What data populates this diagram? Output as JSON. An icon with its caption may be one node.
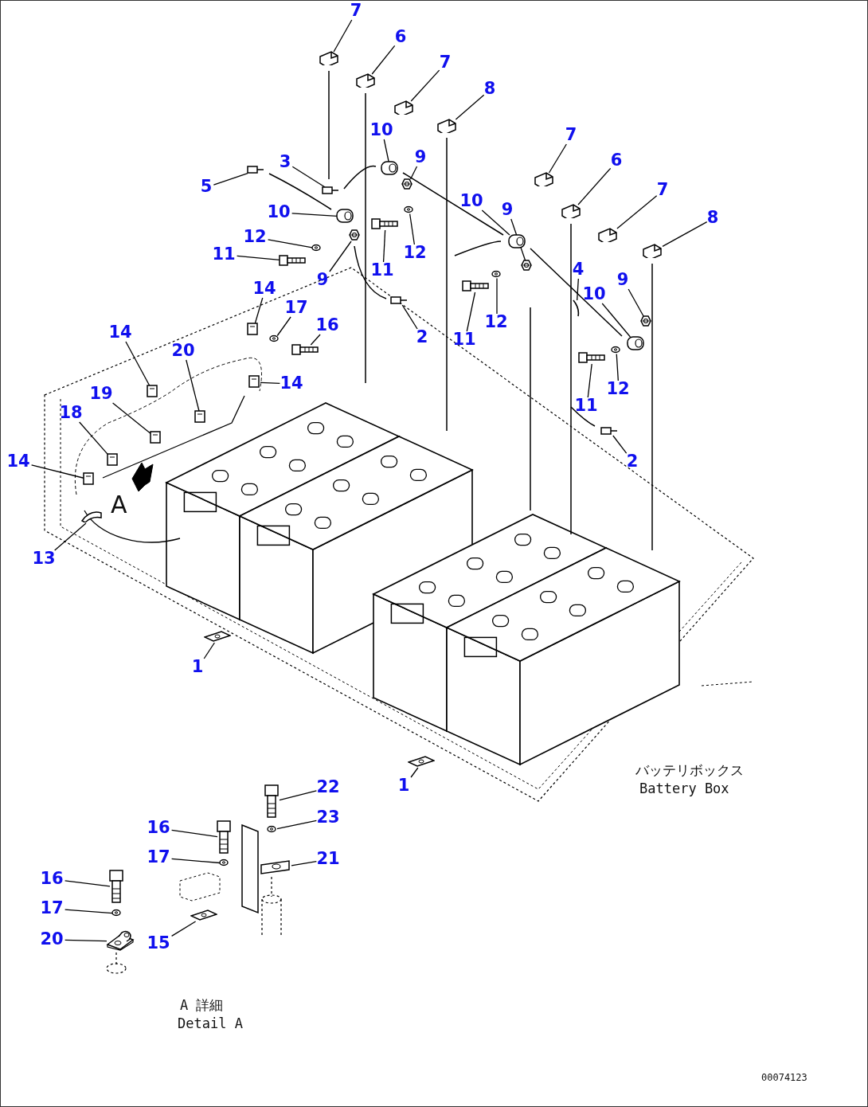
{
  "diagram": {
    "nodes": [
      {
        "text": [
          "7"
        ]
      },
      {
        "text": [
          "6"
        ]
      },
      {
        "text": [
          "7"
        ]
      },
      {
        "text": [
          "8"
        ]
      },
      {
        "text": [
          "10"
        ]
      },
      {
        "text": [
          "9"
        ]
      },
      {
        "text": [
          "3"
        ]
      },
      {
        "text": [
          "5"
        ]
      },
      {
        "text": [
          "10"
        ]
      },
      {
        "text": [
          "12"
        ]
      },
      {
        "text": [
          "11"
        ]
      },
      {
        "text": [
          "9"
        ]
      },
      {
        "text": [
          "11"
        ]
      },
      {
        "text": [
          "12"
        ]
      },
      {
        "text": [
          "2"
        ]
      },
      {
        "text": [
          "7"
        ]
      },
      {
        "text": [
          "6"
        ]
      },
      {
        "text": [
          "7"
        ]
      },
      {
        "text": [
          "8"
        ]
      },
      {
        "text": [
          "10"
        ]
      },
      {
        "text": [
          "9"
        ]
      },
      {
        "text": [
          "4"
        ]
      },
      {
        "text": [
          "9"
        ]
      },
      {
        "text": [
          "10"
        ]
      },
      {
        "text": [
          "11"
        ]
      },
      {
        "text": [
          "12"
        ]
      },
      {
        "text": [
          "12"
        ]
      },
      {
        "text": [
          "11"
        ]
      },
      {
        "text": [
          "2"
        ]
      },
      {
        "text": [
          "14"
        ]
      },
      {
        "text": [
          "17"
        ]
      },
      {
        "text": [
          "16"
        ]
      },
      {
        "text": [
          "14"
        ]
      },
      {
        "text": [
          "20"
        ]
      },
      {
        "text": [
          "14"
        ]
      },
      {
        "text": [
          "19"
        ]
      },
      {
        "text": [
          "18"
        ]
      },
      {
        "text": [
          "14"
        ]
      },
      {
        "text": [
          "13"
        ]
      },
      {
        "text": [
          "1"
        ]
      },
      {
        "text": [
          "1"
        ]
      },
      {
        "text": [
          "22"
        ]
      },
      {
        "text": [
          "16"
        ]
      },
      {
        "text": [
          "23"
        ]
      },
      {
        "text": [
          "17"
        ]
      },
      {
        "text": [
          "21"
        ]
      },
      {
        "text": [
          "16"
        ]
      },
      {
        "text": [
          "17"
        ]
      },
      {
        "text": [
          "20"
        ]
      },
      {
        "text": [
          "15"
        ]
      },
      {
        "text": [],
        "shape": "picture"
      },
      {
        "text": [],
        "shape": "picture"
      },
      {
        "text": [],
        "shape": "picture"
      },
      {
        "text": [],
        "shape": "picture"
      },
      {
        "text": [],
        "shape": "picture"
      },
      {
        "text": [],
        "shape": "picture"
      },
      {
        "text": [],
        "shape": "picture"
      },
      {
        "text": [],
        "shape": "picture"
      },
      {
        "text": [],
        "shape": "picture"
      },
      {
        "text": [],
        "shape": "picture"
      },
      {
        "text": [],
        "shape": "picture"
      },
      {
        "text": [],
        "shape": "picture"
      },
      {
        "text": [],
        "shape": "picture"
      },
      {
        "text": [],
        "shape": "picture"
      },
      {
        "text": [],
        "shape": "picture"
      },
      {
        "text": [],
        "shape": "picture"
      },
      {
        "text": [],
        "shape": "picture"
      },
      {
        "text": [],
        "shape": "picture"
      },
      {
        "text": [],
        "shape": "picture"
      },
      {
        "text": [],
        "shape": "picture"
      },
      {
        "text": [],
        "shape": "picture"
      },
      {
        "text": [],
        "shape": "picture"
      },
      {
        "text": [],
        "shape": "picture"
      },
      {
        "text": [],
        "shape": "picture"
      },
      {
        "text": [],
        "shape": "picture"
      },
      {
        "text": [],
        "shape": "picture"
      },
      {
        "text": [],
        "shape": "picture"
      },
      {
        "text": [],
        "shape": "picture"
      },
      {
        "text": [],
        "shape": "picture"
      },
      {
        "text": [],
        "shape": "picture"
      },
      {
        "text": [],
        "shape": "picture"
      },
      {
        "text": [],
        "shape": "picture"
      },
      {
        "text": [],
        "shape": "picture"
      },
      {
        "text": [],
        "shape": "picture"
      },
      {
        "text": [],
        "shape": "picture"
      },
      {
        "text": [],
        "shape": "picture"
      },
      {
        "text": [],
        "shape": "picture"
      },
      {
        "text": [],
        "shape": "picture"
      },
      {
        "text": [],
        "shape": "picture"
      },
      {
        "text": [],
        "shape": "picture"
      },
      {
        "text": [],
        "shape": "picture"
      },
      {
        "text": [],
        "shape": "picture"
      },
      {
        "text": [],
        "shape": "picture"
      },
      {
        "text": [],
        "shape": "picture"
      },
      {
        "text": [],
        "shape": "picture"
      },
      {
        "text": [],
        "shape": "picture"
      },
      {
        "text": [],
        "shape": "picture"
      },
      {
        "text": [],
        "shape": "picture"
      },
      {
        "text": [],
        "shape": "picture"
      },
      {
        "text": [],
        "shape": "picture"
      }
    ],
    "edges": [
      {
        "from": 0,
        "to": 50,
        "arrow": "none"
      },
      {
        "from": 1,
        "to": 51,
        "arrow": "none"
      },
      {
        "from": 2,
        "to": 52,
        "arrow": "none"
      },
      {
        "from": 3,
        "to": 53,
        "arrow": "none"
      },
      {
        "from": 4,
        "to": 54,
        "arrow": "none"
      },
      {
        "from": 5,
        "to": 55,
        "arrow": "none"
      },
      {
        "from": 6,
        "to": 56,
        "arrow": "none"
      },
      {
        "from": 7,
        "to": 57,
        "arrow": "none"
      },
      {
        "from": 8,
        "to": 58,
        "arrow": "none"
      },
      {
        "from": 9,
        "to": 59,
        "arrow": "none"
      },
      {
        "from": 10,
        "to": 60,
        "arrow": "none"
      },
      {
        "from": 11,
        "to": 61,
        "arrow": "none"
      },
      {
        "from": 12,
        "to": 62,
        "arrow": "none"
      },
      {
        "from": 13,
        "to": 63,
        "arrow": "none"
      },
      {
        "from": 14,
        "to": 64,
        "arrow": "none"
      },
      {
        "from": 15,
        "to": 65,
        "arrow": "none"
      },
      {
        "from": 16,
        "to": 66,
        "arrow": "none"
      },
      {
        "from": 17,
        "to": 67,
        "arrow": "none"
      },
      {
        "from": 18,
        "to": 68,
        "arrow": "none"
      },
      {
        "from": 19,
        "to": 69,
        "arrow": "none"
      },
      {
        "from": 20,
        "to": 70,
        "arrow": "none"
      },
      {
        "from": 21,
        "to": 71,
        "arrow": "none"
      },
      {
        "from": 22,
        "to": 72,
        "arrow": "none"
      },
      {
        "from": 23,
        "to": 73,
        "arrow": "none"
      },
      {
        "from": 24,
        "to": 74,
        "arrow": "none"
      },
      {
        "from": 25,
        "to": 75,
        "arrow": "none"
      },
      {
        "from": 26,
        "to": 76,
        "arrow": "none"
      },
      {
        "from": 27,
        "to": 77,
        "arrow": "none"
      },
      {
        "from": 28,
        "to": 78,
        "arrow": "none"
      },
      {
        "from": 29,
        "to": 79,
        "arrow": "none"
      },
      {
        "from": 30,
        "to": 80,
        "arrow": "none"
      },
      {
        "from": 31,
        "to": 81,
        "arrow": "none"
      },
      {
        "from": 32,
        "to": 82,
        "arrow": "none"
      },
      {
        "from": 33,
        "to": 83,
        "arrow": "none"
      },
      {
        "from": 34,
        "to": 84,
        "arrow": "none"
      },
      {
        "from": 35,
        "to": 85,
        "arrow": "none"
      },
      {
        "from": 36,
        "to": 86,
        "arrow": "none"
      },
      {
        "from": 37,
        "to": 87,
        "arrow": "none"
      },
      {
        "from": 38,
        "to": 88,
        "arrow": "none"
      },
      {
        "from": 39,
        "to": 89,
        "arrow": "none"
      },
      {
        "from": 40,
        "to": 90,
        "arrow": "none"
      },
      {
        "from": 41,
        "to": 91,
        "arrow": "none"
      },
      {
        "from": 42,
        "to": 92,
        "arrow": "none"
      },
      {
        "from": 43,
        "to": 93,
        "arrow": "none"
      },
      {
        "from": 44,
        "to": 94,
        "arrow": "none"
      },
      {
        "from": 45,
        "to": 95,
        "arrow": "none"
      },
      {
        "from": 46,
        "to": 96,
        "arrow": "none"
      },
      {
        "from": 47,
        "to": 97,
        "arrow": "none"
      },
      {
        "from": 48,
        "to": 98,
        "arrow": "none"
      },
      {
        "from": 49,
        "to": 99,
        "arrow": "none"
      }
    ],
    "labels": [
      "A",
      "バッテリボックス",
      "Battery Box",
      "A 詳細",
      "Detail A",
      "00074123"
    ]
  }
}
